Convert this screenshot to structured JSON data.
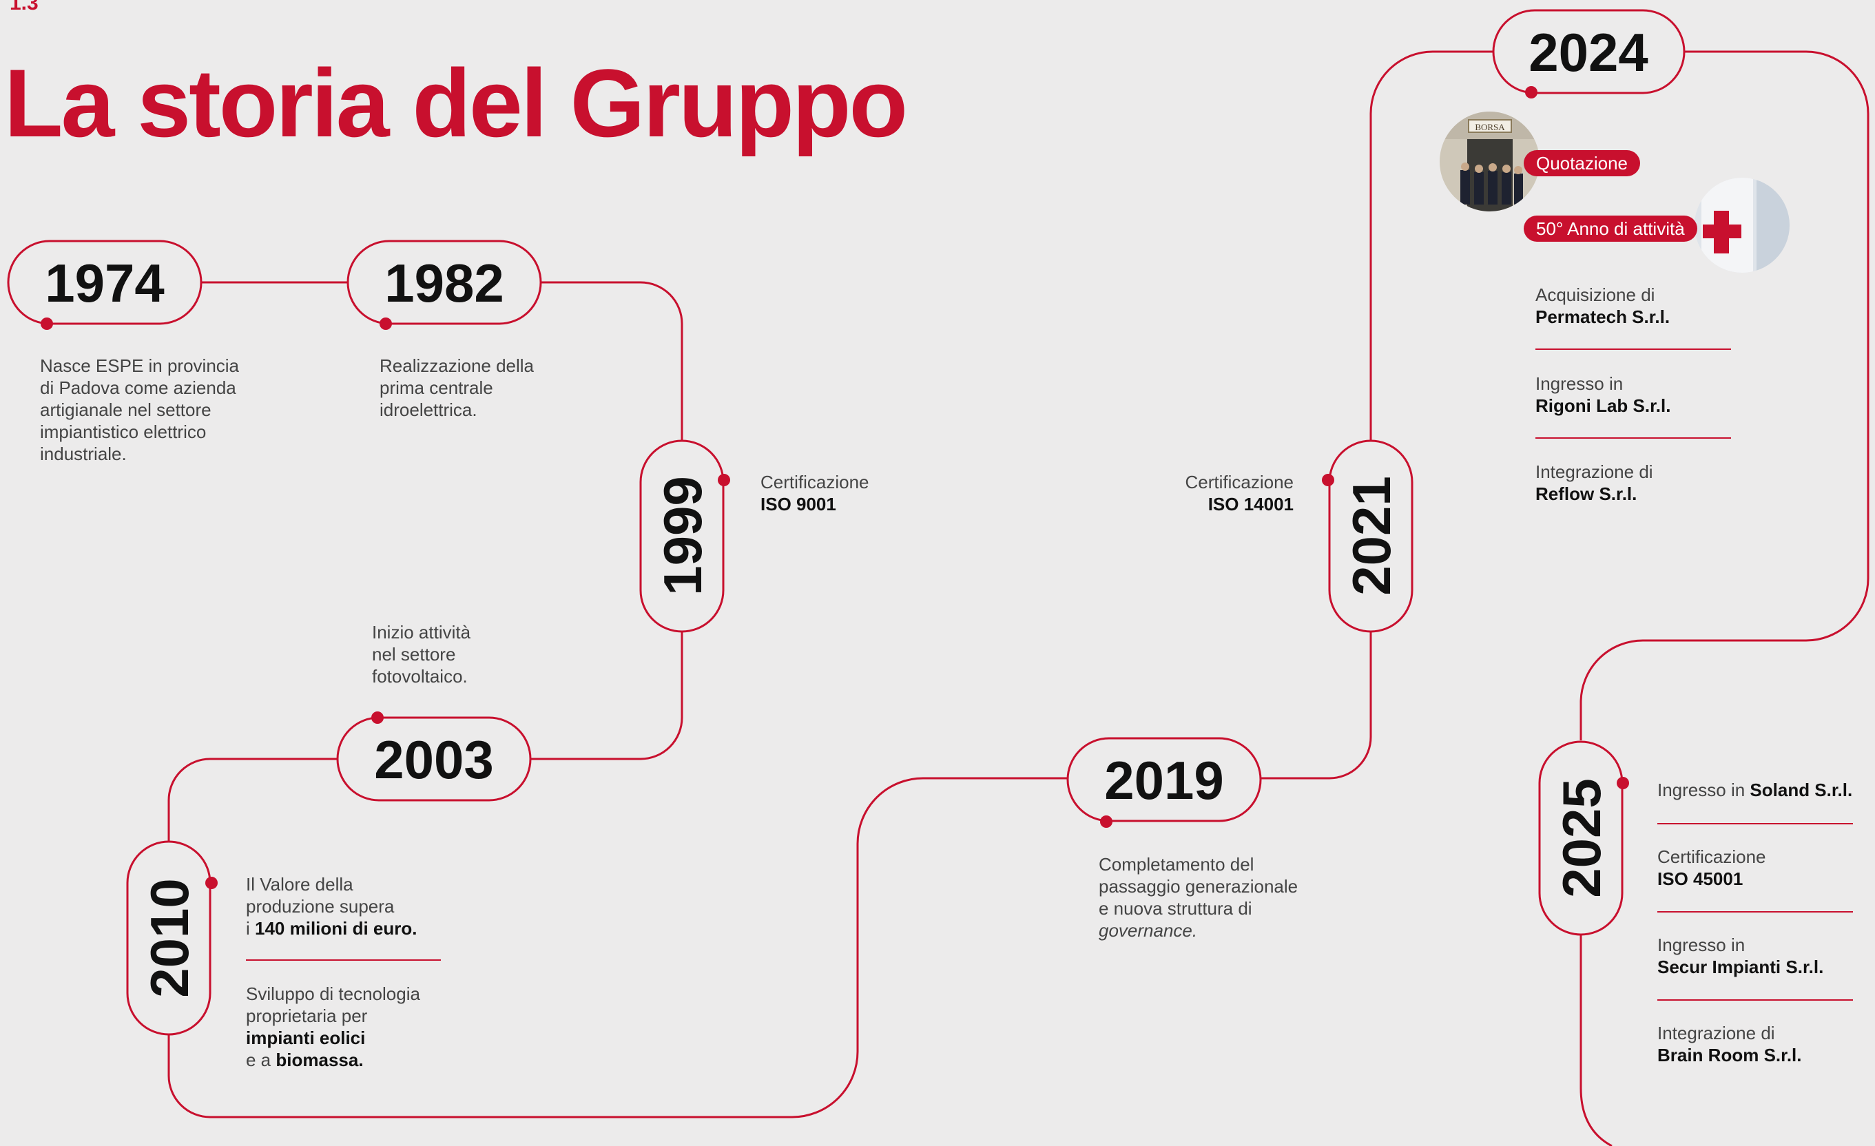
{
  "section_number": "1.3",
  "title": "La storia del Gruppo",
  "colors": {
    "accent": "#c8102e",
    "background": "#ecebeb",
    "text": "#3a3a3a"
  },
  "years": {
    "y1974": "1974",
    "y1982": "1982",
    "y1999": "1999",
    "y2003": "2003",
    "y2010": "2010",
    "y2019": "2019",
    "y2021": "2021",
    "y2024": "2024",
    "y2025": "2025"
  },
  "events": {
    "e1974": [
      "Nasce ESPE in provincia",
      "di Padova come azienda",
      "artigianale nel settore",
      "impiantistico elettrico",
      "industriale."
    ],
    "e1982": [
      "Realizzazione della",
      "prima centrale",
      "idroelettrica."
    ],
    "e1999": {
      "label": "Certificazione",
      "value": "ISO 9001"
    },
    "e2003": [
      "Inizio attività",
      "nel settore",
      "fotovoltaico."
    ],
    "e2010": {
      "a_lines": [
        "Il Valore della",
        "produzione supera"
      ],
      "a_prefix": "i ",
      "a_bold": "140 milioni di euro.",
      "b_lines": [
        "Sviluppo di tecnologia",
        "proprietaria per"
      ],
      "b_bold1": "impianti eolici",
      "b_prefix2": "e a ",
      "b_bold2": "biomassa."
    },
    "e2019": {
      "lines": [
        "Completamento del",
        "passaggio generazionale",
        "e nuova struttura di"
      ],
      "italic": "governance."
    },
    "e2021": {
      "label": "Certificazione",
      "value": "ISO 14001"
    },
    "e2024": {
      "tag_quotazione": "Quotazione",
      "tag_anniversary": "50° Anno di attività",
      "photo_sign": "BORSA",
      "items": [
        {
          "label": "Acquisizione di",
          "value": "Permatech S.r.l."
        },
        {
          "label": "Ingresso in",
          "value": "Rigoni Lab S.r.l."
        },
        {
          "label": "Integrazione di",
          "value": "Reflow S.r.l."
        }
      ]
    },
    "e2025": {
      "first_label": "Ingresso in ",
      "first_value": "Soland S.r.l.",
      "items": [
        {
          "label": "Certificazione",
          "value": "ISO 45001"
        },
        {
          "label": "Ingresso in",
          "value": "Secur Impianti S.r.l."
        },
        {
          "label": "Integrazione di",
          "value": "Brain Room S.r.l."
        }
      ]
    }
  }
}
